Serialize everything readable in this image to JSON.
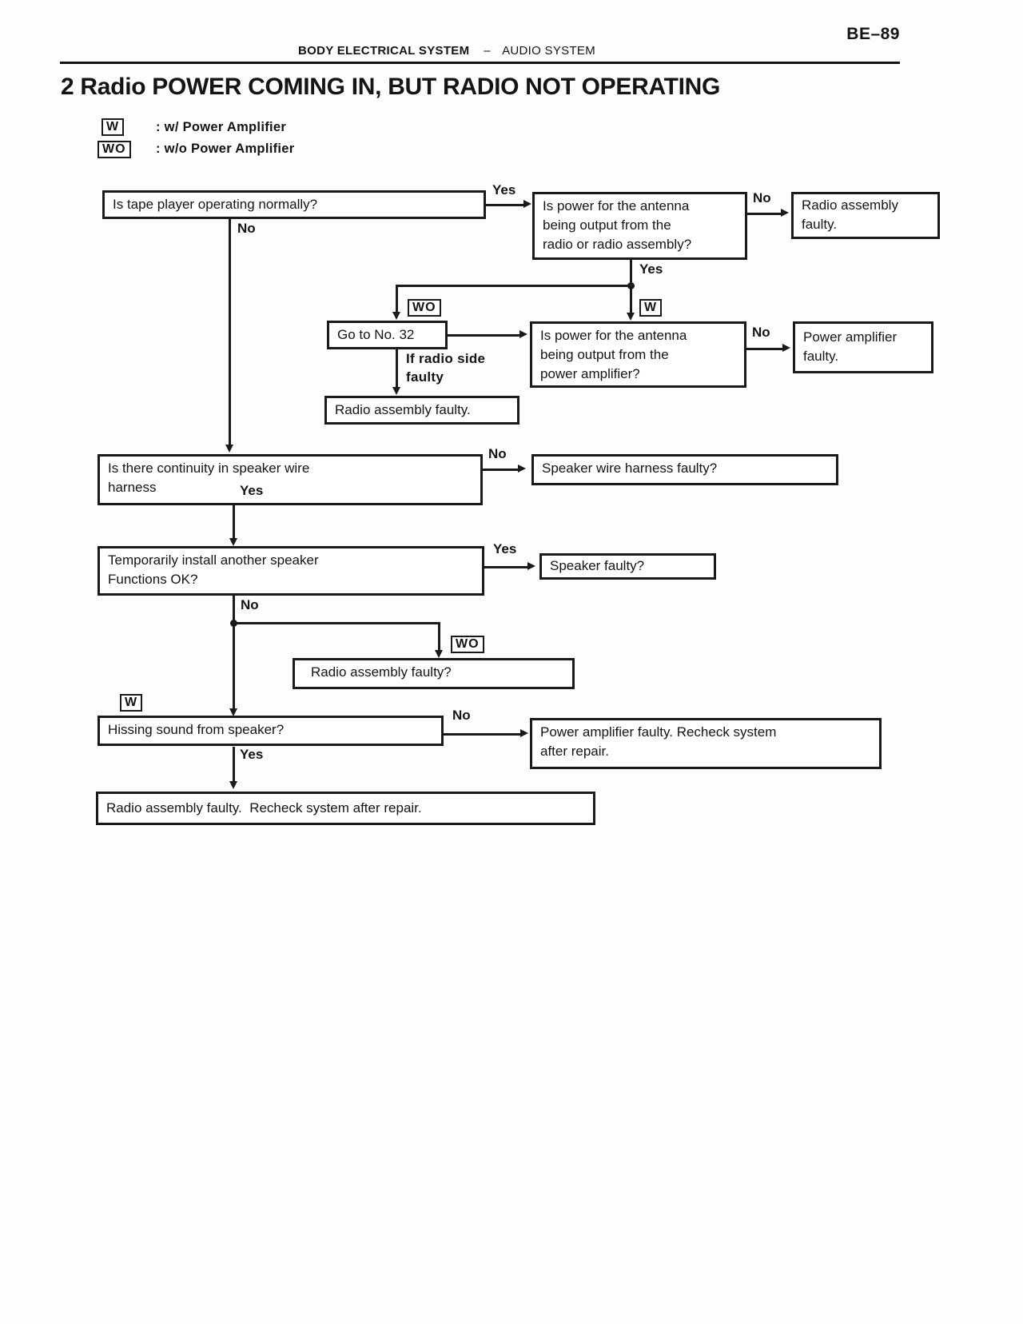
{
  "page": {
    "code": "BE–89",
    "section": "BODY ELECTRICAL SYSTEM",
    "separator": "–",
    "subsection": "AUDIO SYSTEM",
    "title": "2 Radio POWER COMING IN, BUT RADIO NOT OPERATING"
  },
  "legend": {
    "with_symbol": "W",
    "with_label": ": w/ Power Amplifier",
    "without_symbol": "WO",
    "without_label": ": w/o Power Amplifier"
  },
  "labels": {
    "yes": "Yes",
    "no": "No",
    "w": "W",
    "wo": "WO"
  },
  "flowchart": {
    "nodes": {
      "tape_player": {
        "lines": [
          "Is tape player operating normally?"
        ]
      },
      "antenna_from_radio": {
        "lines": [
          "Is power for the antenna",
          "being output from the",
          "radio or radio assembly?"
        ]
      },
      "radio_assembly_faulty_1": {
        "lines": [
          "Radio assembly",
          "faulty."
        ]
      },
      "goto_32": {
        "lines": [
          "Go to No. 32"
        ]
      },
      "antenna_from_amplifier": {
        "lines": [
          "Is power for the antenna",
          "being output from the",
          "power amplifier?"
        ]
      },
      "power_amplifier_faulty": {
        "lines": [
          "Power amplifier",
          "faulty."
        ]
      },
      "radio_assembly_faulty_2": {
        "lines": [
          "Radio assembly faulty."
        ]
      },
      "speaker_wire_continuity": {
        "lines": [
          "Is there continuity in speaker wire",
          "harness"
        ]
      },
      "speaker_wire_harness_faulty": {
        "lines": [
          "Speaker wire harness faulty?"
        ]
      },
      "install_another_speaker": {
        "lines": [
          "Temporarily install another speaker",
          "Functions OK?"
        ]
      },
      "speaker_faulty": {
        "lines": [
          "Speaker faulty?"
        ]
      },
      "radio_assembly_faulty_3": {
        "lines": [
          "Radio assembly faulty?"
        ]
      },
      "hissing_sound": {
        "lines": [
          "Hissing sound from speaker?"
        ]
      },
      "power_amplifier_faulty_recheck": {
        "lines": [
          "Power amplifier faulty. Recheck system",
          "after repair."
        ]
      },
      "radio_assembly_faulty_recheck": {
        "lines": [
          "Radio assembly faulty.  Recheck system after repair."
        ]
      }
    },
    "annotations": {
      "if_radio_side": {
        "lines": [
          "If radio side",
          "faulty"
        ]
      }
    }
  }
}
